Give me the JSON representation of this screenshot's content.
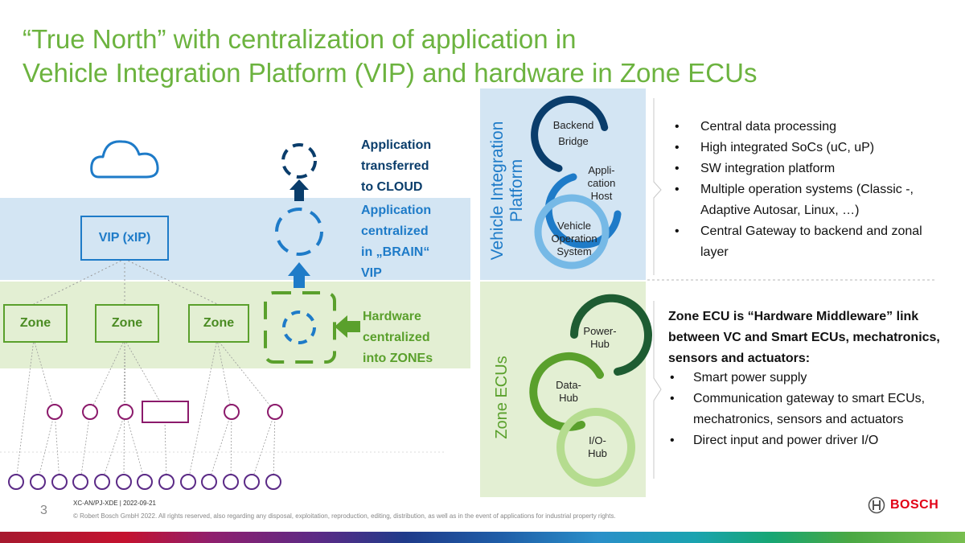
{
  "slide": {
    "title_line1": "“True North” with centralization of application in",
    "title_line2": "Vehicle Integration Platform (VIP) and hardware in Zone ECUs",
    "page_number": "3",
    "doc_ref": "XC-AN/PJ-XDE | 2022-09-21",
    "copyright": "© Robert Bosch GmbH 2022. All rights reserved, also regarding any disposal, exploitation, reproduction, editing, distribution, as well as in the event of applications for industrial property rights.",
    "brand": "BOSCH"
  },
  "left": {
    "vip_label": "VIP (xIP)",
    "zones": [
      "Zone",
      "Zone",
      "Zone"
    ],
    "icons": [
      "cloud-icon"
    ]
  },
  "callouts": {
    "cloud": [
      "Application",
      "transferred",
      "to CLOUD"
    ],
    "vip": [
      "Application",
      "centralized",
      "in „BRAIN“",
      "VIP"
    ],
    "zone": [
      "Hardware",
      "centralized",
      "into ZONEs"
    ]
  },
  "vip_panel": {
    "vertical_label_1": "Vehicle Integration",
    "vertical_label_2": "Platform",
    "rings": [
      {
        "line1": "Backend",
        "line2": "Bridge",
        "line3": ""
      },
      {
        "line1": "Appli-",
        "line2": "cation",
        "line3": "Host"
      },
      {
        "line1": "Vehicle",
        "line2": "Operation",
        "line3": "System"
      }
    ],
    "bullets": [
      "Central data processing",
      "High integrated SoCs (uC, uP)",
      "SW integration platform",
      "Multiple operation systems (Classic -, Adaptive Autosar, Linux, …)",
      "Central Gateway to backend and zonal layer"
    ]
  },
  "zone_panel": {
    "vertical_label": "Zone ECUs",
    "rings": [
      {
        "line1": "Power-",
        "line2": "Hub"
      },
      {
        "line1": "Data-",
        "line2": "Hub"
      },
      {
        "line1": "I/O-",
        "line2": "Hub"
      }
    ],
    "heading": "Zone ECU is “Hardware Middleware” link between VC and Smart ECUs, mechatronics, sensors and actuators:",
    "bullets": [
      "Smart power supply",
      "Communication gateway to smart ECUs, mechatronics, sensors and actuators",
      "Direct input and power driver I/O"
    ]
  },
  "colors": {
    "title_green": "#6cb33f",
    "vip_blue": "#1e7bc8",
    "navy": "#0a3d6b",
    "zone_green": "#5aa02c",
    "device_purple": "#8b1a6b",
    "band_blue": "#d3e5f3",
    "band_green": "#e3efd3"
  }
}
